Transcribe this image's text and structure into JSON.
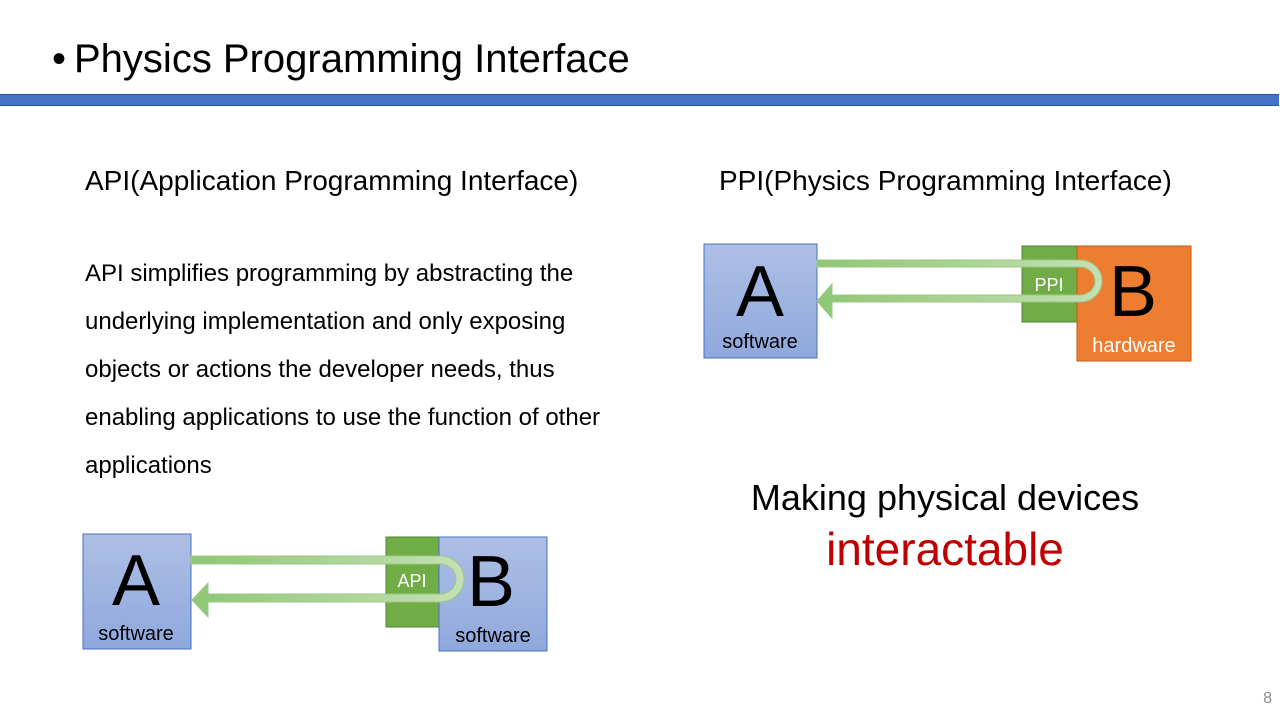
{
  "slide": {
    "bullet": "•",
    "title": "Physics Programming Interface",
    "number": "8"
  },
  "api_section": {
    "heading": "API(Application Programming Interface)",
    "description": "API simplifies programming by abstracting the underlying implementation and only exposing objects or actions the developer needs, thus enabling applications to use the function of other applications",
    "diagram": {
      "box_a_letter": "A",
      "box_a_label": "software",
      "box_b_letter": "B",
      "box_b_label": "software",
      "interface_label": "API"
    }
  },
  "ppi_section": {
    "heading": "PPI(Physics Programming Interface)",
    "diagram": {
      "box_a_letter": "A",
      "box_a_label": "software",
      "box_b_letter": "B",
      "box_b_label": "hardware",
      "interface_label": "PPI"
    }
  },
  "tagline": {
    "line1": "Making physical devices",
    "line2": "interactable"
  },
  "colors": {
    "title_bar": "#4472c4",
    "software_box": "#9db3e0",
    "hardware_box": "#ed7d31",
    "interface_block": "#70ad47",
    "arrow": "#a9d18e",
    "emphasis": "#c00000"
  }
}
